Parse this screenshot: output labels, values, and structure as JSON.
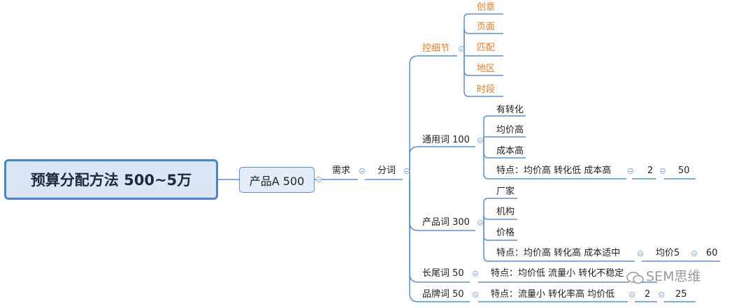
{
  "root": {
    "title": "预算分配方法 500~5万"
  },
  "product": {
    "label": "产品A 500"
  },
  "demand": {
    "label": "需求"
  },
  "split": {
    "label": "分词"
  },
  "control": {
    "label": "控细节",
    "items": [
      "创意",
      "页面",
      "匹配",
      "地区",
      "时段"
    ]
  },
  "generic": {
    "label": "通用词 100",
    "items": [
      "有转化",
      "均价高",
      "成本高"
    ],
    "feature": "特点：均价高  转化低  成本高",
    "v1": "2",
    "v2": "50"
  },
  "prodword": {
    "label": "产品词 300",
    "items": [
      "厂家",
      "机构",
      "价格"
    ],
    "feature": "特点：均价高  转化高  成本适中",
    "v1": "均价5",
    "v2": "60"
  },
  "longtail": {
    "label": "长尾词 50",
    "feature": "特点：均价低 流量小 转化不稳定"
  },
  "brand": {
    "label": "品牌词 50",
    "feature": "特点：流量小 转化率高 均价低",
    "v1": "2",
    "v2": "25"
  },
  "watermark": {
    "text": "SEM思维"
  }
}
